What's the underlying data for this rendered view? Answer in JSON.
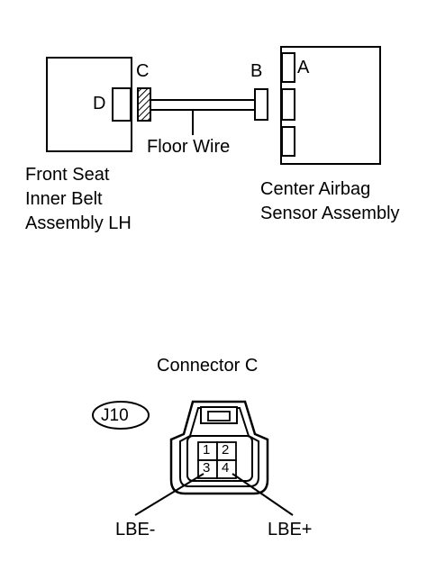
{
  "wiring": {
    "left_component_lines": [
      "Front Seat",
      "Inner Belt",
      "Assembly LH"
    ],
    "right_component_lines": [
      "Center Airbag",
      "Sensor Assembly"
    ],
    "wire_label": "Floor Wire",
    "connector_labels": {
      "a": "A",
      "b": "B",
      "c": "C",
      "d": "D"
    }
  },
  "connector_view": {
    "title": "Connector C",
    "code": "J10",
    "pins": [
      "1",
      "2",
      "3",
      "4"
    ],
    "pin_labels": {
      "left": "LBE-",
      "right": "LBE+"
    }
  }
}
